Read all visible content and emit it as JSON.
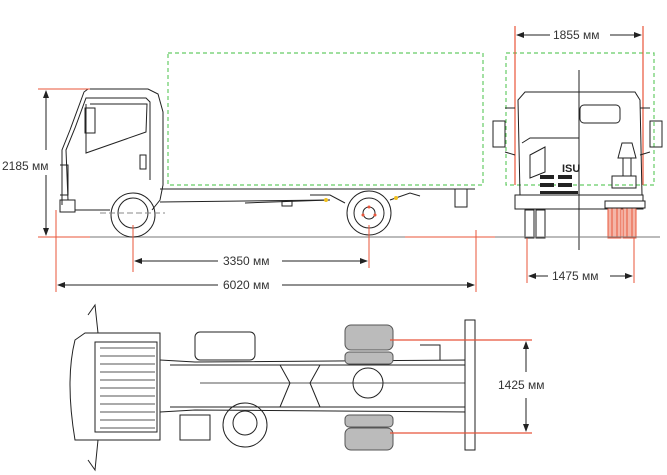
{
  "title": "Truck chassis dimensions diagram",
  "colors": {
    "line": "#222222",
    "dimension_guide": "#e8553a",
    "body_outline": "#66cc66",
    "text": "#333333",
    "hub_accent": "#e8553a",
    "fitting_accent": "#f0c020"
  },
  "dimensions": {
    "overall_height": {
      "value": 2185,
      "unit": "мм",
      "label": "2185 мм"
    },
    "wheelbase": {
      "value": 3350,
      "unit": "мм",
      "label": "3350 мм"
    },
    "overall_length": {
      "value": 6020,
      "unit": "мм",
      "label": "6020 мм"
    },
    "cab_width": {
      "value": 1855,
      "unit": "мм",
      "label": "1855 мм"
    },
    "rear_track": {
      "value": 1475,
      "unit": "мм",
      "label": "1475 мм"
    },
    "frame_width": {
      "value": 1425,
      "unit": "мм",
      "label": "1425 мм"
    }
  },
  "views": {
    "side": {
      "name": "Side view"
    },
    "front_rear": {
      "name": "Front / rear view",
      "badge": "ISU"
    },
    "top": {
      "name": "Top view"
    }
  }
}
